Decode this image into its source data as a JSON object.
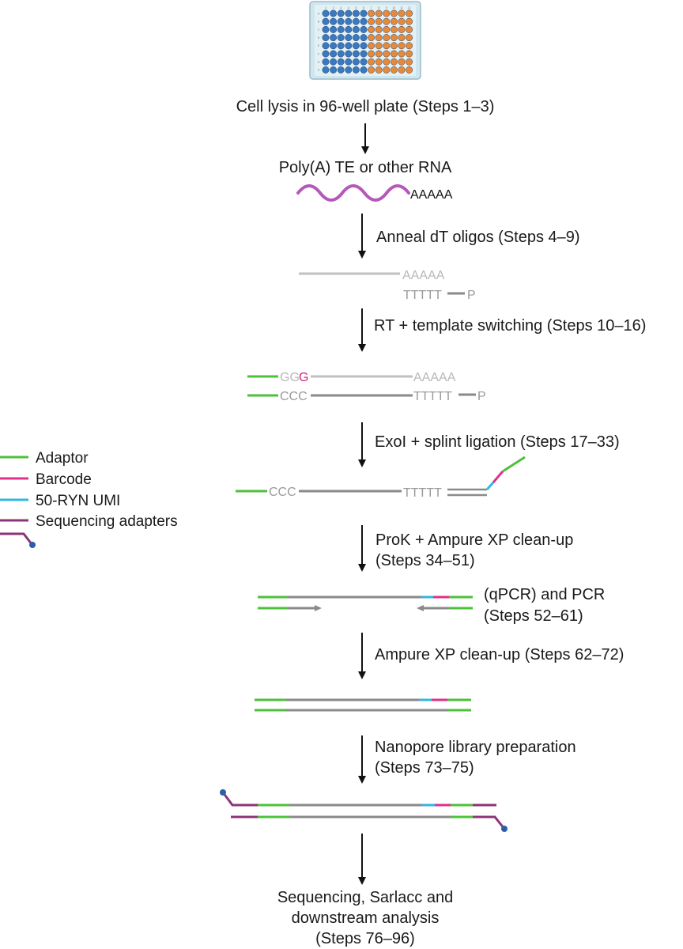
{
  "steps": {
    "cell_lysis": "Cell lysis in 96-well plate (Steps 1–3)",
    "polya_rna": "Poly(A) TE or other RNA",
    "anneal": "Anneal dT oligos (Steps 4–9)",
    "rt": "RT + template switching (Steps 10–16)",
    "exoi": "ExoI + splint ligation (Steps 17–33)",
    "prok_line1": "ProK + Ampure XP clean-up",
    "prok_line2": "(Steps 34–51)",
    "pcr_line1": "(qPCR) and PCR",
    "pcr_line2": "(Steps 52–61)",
    "ampure": "Ampure XP clean-up (Steps 62–72)",
    "nanopore_line1": "Nanopore library preparation",
    "nanopore_line2": "(Steps 73–75)",
    "final_line1": "Sequencing, Sarlacc and",
    "final_line2": "downstream analysis",
    "final_line3": "(Steps 76–96)"
  },
  "sequences": {
    "polya": "AAAAA",
    "polyt": "TTTTT",
    "phosphate": "P",
    "ggg_gg": "GG",
    "ggg_g": "G",
    "ccc": "CCC"
  },
  "legend": {
    "adaptor": "Adaptor",
    "barcode": "Barcode",
    "umi": "50-RYN UMI",
    "seq_adapters": "Sequencing adapters"
  },
  "colors": {
    "adaptor": "#4cc23a",
    "barcode": "#e0308a",
    "umi": "#33b5e5",
    "seq_adapter": "#8c3478",
    "rna": "#b558b9",
    "strand_light": "#c0c0c0",
    "strand_dark": "#8a8a8a",
    "plate_blue": "#3a78c0",
    "plate_orange": "#e8893a"
  },
  "plate": {
    "rows": 8,
    "columns": 12,
    "blue_columns": 6,
    "row_labels": [
      "A",
      "B",
      "C",
      "D",
      "E",
      "F",
      "G",
      "H"
    ],
    "column_labels": [
      "1",
      "2",
      "3",
      "4",
      "5",
      "6",
      "7",
      "8",
      "9",
      "10",
      "11",
      "12"
    ]
  }
}
